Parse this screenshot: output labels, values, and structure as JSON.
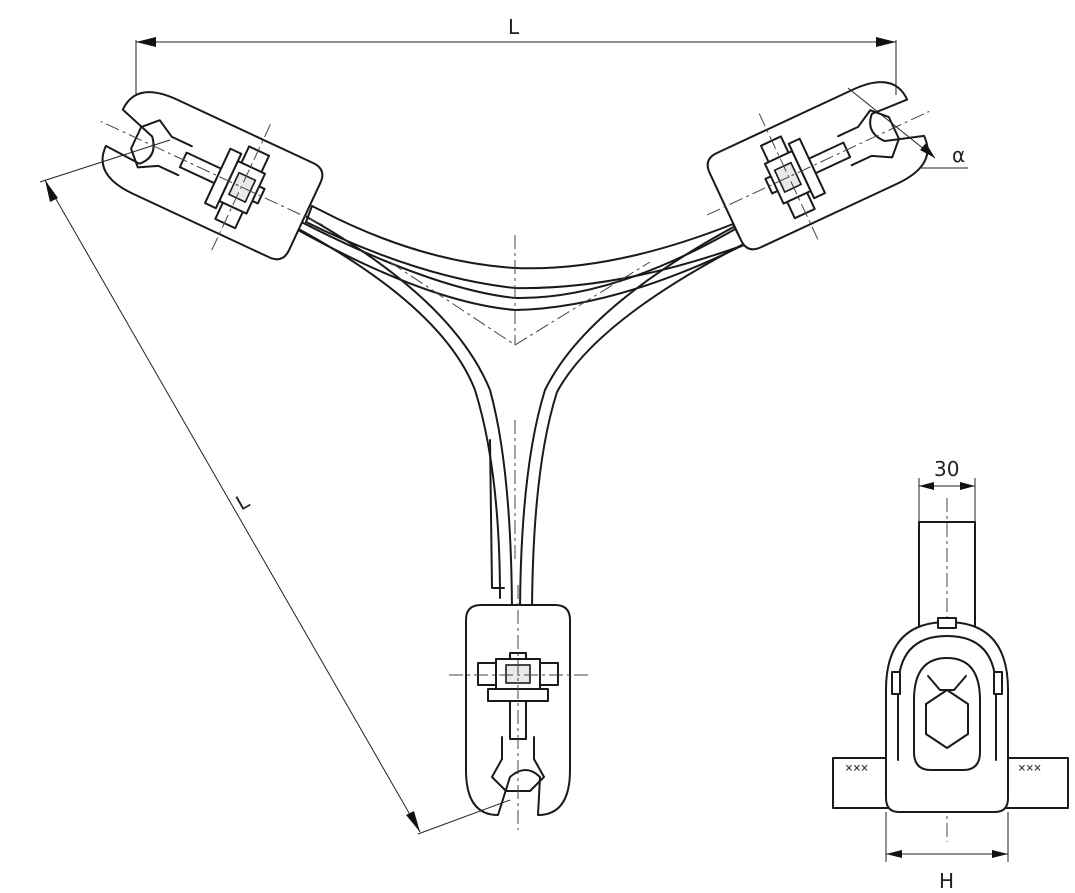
{
  "labels": {
    "span_top": "L",
    "span_diag": "L",
    "angle": "α",
    "width_30": "30",
    "height_h": "H"
  },
  "hatch_text": "×××"
}
